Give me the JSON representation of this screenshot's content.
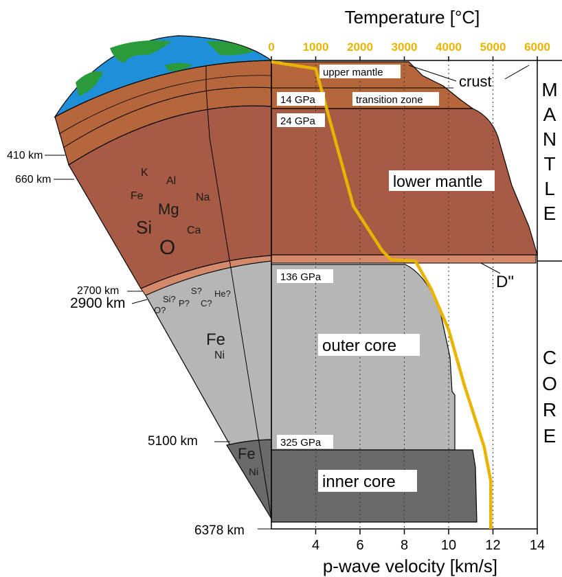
{
  "chart_data": {
    "type": "line",
    "top_axis": {
      "title": "Temperature [°C]",
      "ticks": [
        0,
        1000,
        2000,
        3000,
        4000,
        5000,
        6000
      ],
      "range": [
        0,
        6000
      ]
    },
    "bottom_axis": {
      "title": "p-wave velocity [km/s]",
      "ticks": [
        4,
        6,
        8,
        10,
        12,
        14
      ],
      "range": [
        2,
        14
      ]
    },
    "depth_labels": [
      "410 km",
      "660 km",
      "2700 km",
      "2900 km",
      "5100 km",
      "6378 km"
    ],
    "pressure_labels": [
      "14 GPa",
      "24 GPa",
      "136 GPa",
      "325 GPa"
    ],
    "layers": [
      "upper mantle",
      "transition zone",
      "lower mantle",
      "outer core",
      "inner core"
    ],
    "annotations": [
      "crust",
      "D\""
    ],
    "side_labels": {
      "mantle": [
        "M",
        "A",
        "N",
        "T",
        "L",
        "E"
      ],
      "core": [
        "C",
        "O",
        "R",
        "E"
      ]
    },
    "elements": {
      "mantle": [
        "K",
        "Al",
        "Fe",
        "Na",
        "Mg",
        "Si",
        "Ca",
        "O"
      ],
      "d_layer": [
        "Si?",
        "S?",
        "He?",
        "O?",
        "P?",
        "C?"
      ],
      "outer_core": [
        "Fe",
        "Ni"
      ],
      "inner_core": [
        "Fe",
        "Ni"
      ]
    },
    "temperature_profile_c": [
      0,
      1000,
      1850,
      2500,
      2700,
      3250,
      3600,
      4000,
      4350,
      4550,
      4800,
      4950,
      4950
    ],
    "colors": {
      "temperature_line": "#e8b400",
      "upper_mantle": "#b5663a",
      "lower_mantle": "#a75b44",
      "outer_core": "#b6b6b6",
      "inner_core": "#6a6a6a",
      "ocean": "#1e8fd8",
      "land": "#2a9a3a"
    }
  }
}
